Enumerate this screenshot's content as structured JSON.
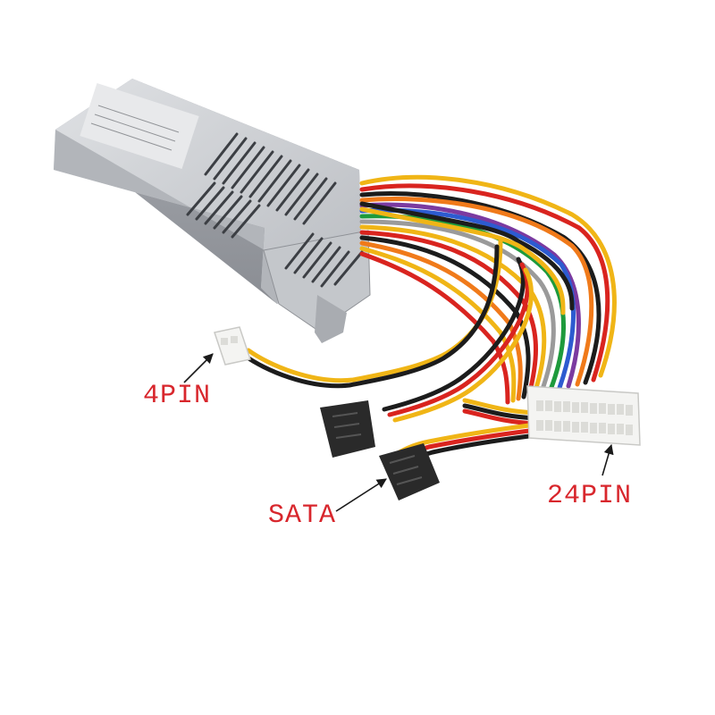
{
  "labels": {
    "pin4": "4PIN",
    "sata": "SATA",
    "pin24": "24PIN"
  },
  "colors": {
    "label": "#d8262c",
    "arrow": "#1a1a1a",
    "psu_body": "#c9ccd0",
    "psu_shadow": "#8d9096",
    "wire_yellow": "#f0b516",
    "wire_red": "#d9241f",
    "wire_black": "#1c1c1c",
    "wire_orange": "#f07a1a",
    "wire_purple": "#7b3aa0",
    "wire_blue": "#2d5bd0",
    "wire_green": "#1e9a3c",
    "wire_gray": "#9a9a9a",
    "connector_white": "#f4f4f2",
    "connector_black": "#2a2a2a"
  }
}
